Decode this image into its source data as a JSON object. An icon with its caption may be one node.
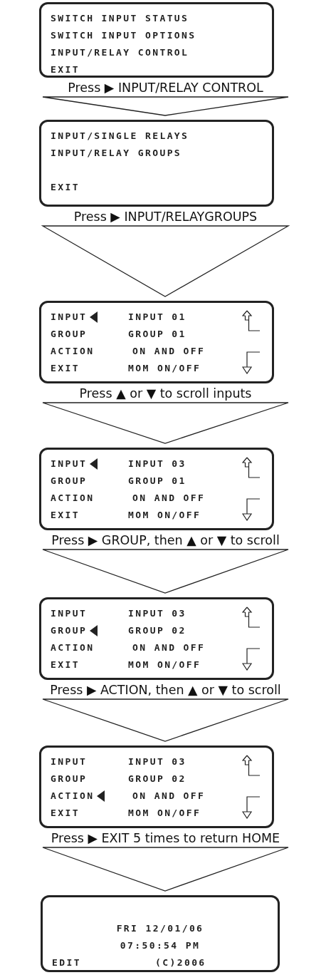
{
  "diagram": {
    "nodes": [
      {
        "text": [
          "SWITCH INPUT STATUS",
          "SWITCH INPUT OPTIONS",
          "INPUT/RELAY CONTROL",
          "EXIT"
        ]
      },
      {
        "text": [
          "INPUT/SINGLE RELAYS",
          "INPUT/RELAY GROUPS",
          "EXIT"
        ]
      },
      {
        "text": [
          "INPUT",
          "INPUT 01",
          "GROUP",
          "GROUP 01",
          "ACTION",
          "ON AND OFF",
          "EXIT",
          "MOM ON/OFF"
        ]
      },
      {
        "text": [
          "INPUT",
          "INPUT 03",
          "GROUP",
          "GROUP 01",
          "ACTION",
          "ON AND OFF",
          "EXIT",
          "MOM ON/OFF"
        ]
      },
      {
        "text": [
          "INPUT",
          "INPUT 03",
          "GROUP",
          "GROUP 02",
          "ACTION",
          "ON AND OFF",
          "EXIT",
          "MOM ON/OFF"
        ]
      },
      {
        "text": [
          "INPUT",
          "INPUT 03",
          "GROUP",
          "GROUP 02",
          "ACTION",
          "ON AND OFF",
          "EXIT",
          "MOM ON/OFF"
        ]
      },
      {
        "text": [
          "FRI 12/01/06",
          "07:50:54 PM",
          "EDIT",
          "(C)2006"
        ]
      }
    ],
    "edges": [
      {
        "from": 0,
        "to": 1,
        "arrow": "to",
        "label": "Press ▶ INPUT/RELAY CONTROL"
      },
      {
        "from": 1,
        "to": 2,
        "arrow": "to",
        "label": "Press ▶ INPUT/RELAYGROUPS"
      },
      {
        "from": 2,
        "to": 3,
        "arrow": "to",
        "label": "Press ▲ or ▼ to scroll inputs"
      },
      {
        "from": 3,
        "to": 4,
        "arrow": "to",
        "label": "Press ▶ GROUP, then ▲ or ▼ to scroll"
      },
      {
        "from": 4,
        "to": 5,
        "arrow": "to",
        "label": "Press ▶ ACTION, then ▲ or ▼ to scroll"
      },
      {
        "from": 5,
        "to": 6,
        "arrow": "to",
        "label": "Press ▶ EXIT 5 times to return HOME"
      }
    ]
  }
}
